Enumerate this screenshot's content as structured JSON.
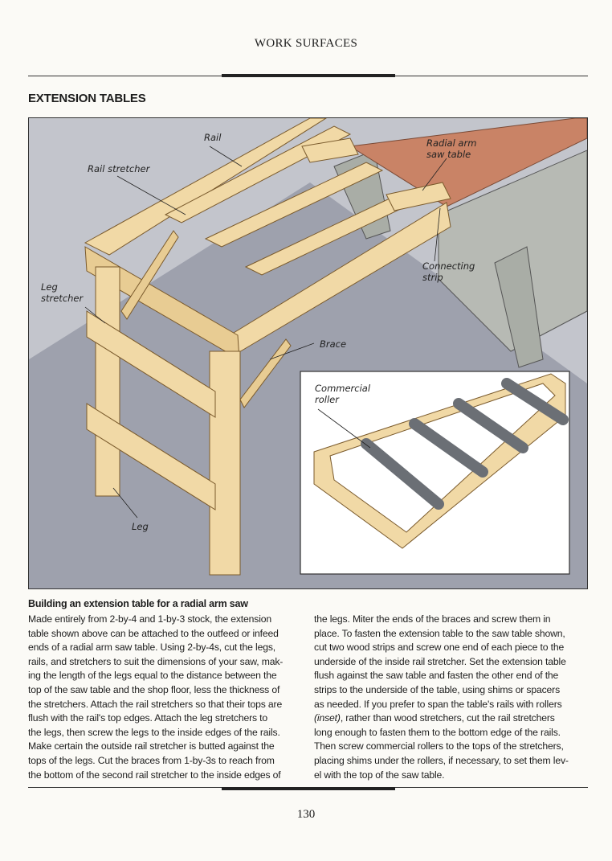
{
  "header": {
    "running_head": "WORK SURFACES"
  },
  "section": {
    "title": "EXTENSION TABLES"
  },
  "figure": {
    "labels": {
      "rail": "Rail",
      "rail_stretcher": "Rail stretcher",
      "radial_arm_1": "Radial arm",
      "radial_arm_2": "saw table",
      "connecting_1": "Connecting",
      "connecting_2": "strip",
      "leg_stretcher_1": "Leg",
      "leg_stretcher_2": "stretcher",
      "brace": "Brace",
      "commercial_1": "Commercial",
      "commercial_2": "roller",
      "leg": "Leg"
    },
    "colors": {
      "wood": "#f1d9a6",
      "wood_edge": "#7a5a2c",
      "floor": "#9ea1ad",
      "wall": "#c3c5cc",
      "saw_top": "#c98366",
      "saw_body": "#b7bab4",
      "roller": "#6b6f75"
    }
  },
  "caption": {
    "heading": "Building an extension table for a radial arm saw",
    "left_lines": [
      "Made entirely from 2-by-4 and 1-by-3 stock, the extension",
      "table shown above can be attached to the outfeed or infeed",
      "ends of a radial arm saw table. Using 2-by-4s, cut the legs,",
      "rails, and stretchers to suit the dimensions of your saw, mak-",
      "ing the length of the legs equal to the distance between the",
      "top of the saw table and the shop floor, less the thickness of",
      "the stretchers. Attach the rail stretchers so that their tops are",
      "flush with the rail's top edges. Attach the leg stretchers to",
      "the legs, then screw the legs to the inside edges of the rails.",
      "Make certain the outside rail stretcher is butted against the",
      "tops of the legs. Cut the braces from 1-by-3s to reach from",
      "the bottom of the second rail stretcher to the inside edges of"
    ],
    "right_lines": [
      "the legs. Miter the ends of the braces and screw them in",
      "place. To fasten the extension table to the saw table shown,",
      "cut two wood strips and screw one end of each piece to the",
      "underside of the inside rail stretcher. Set the extension table",
      "flush against the saw table and fasten the other end of the",
      "strips to the underside of the table, using shims or spacers",
      "as needed. If you prefer to span the table's rails with rollers",
      "(inset), rather than wood stretchers, cut the rail stretchers",
      "long enough to fasten them to the bottom edge of the rails.",
      "Then screw commercial rollers to the tops of the stretchers,",
      "placing shims under the rollers, if necessary, to set them lev-",
      "el with the top of the saw table."
    ]
  },
  "footer": {
    "page_number": "130"
  }
}
